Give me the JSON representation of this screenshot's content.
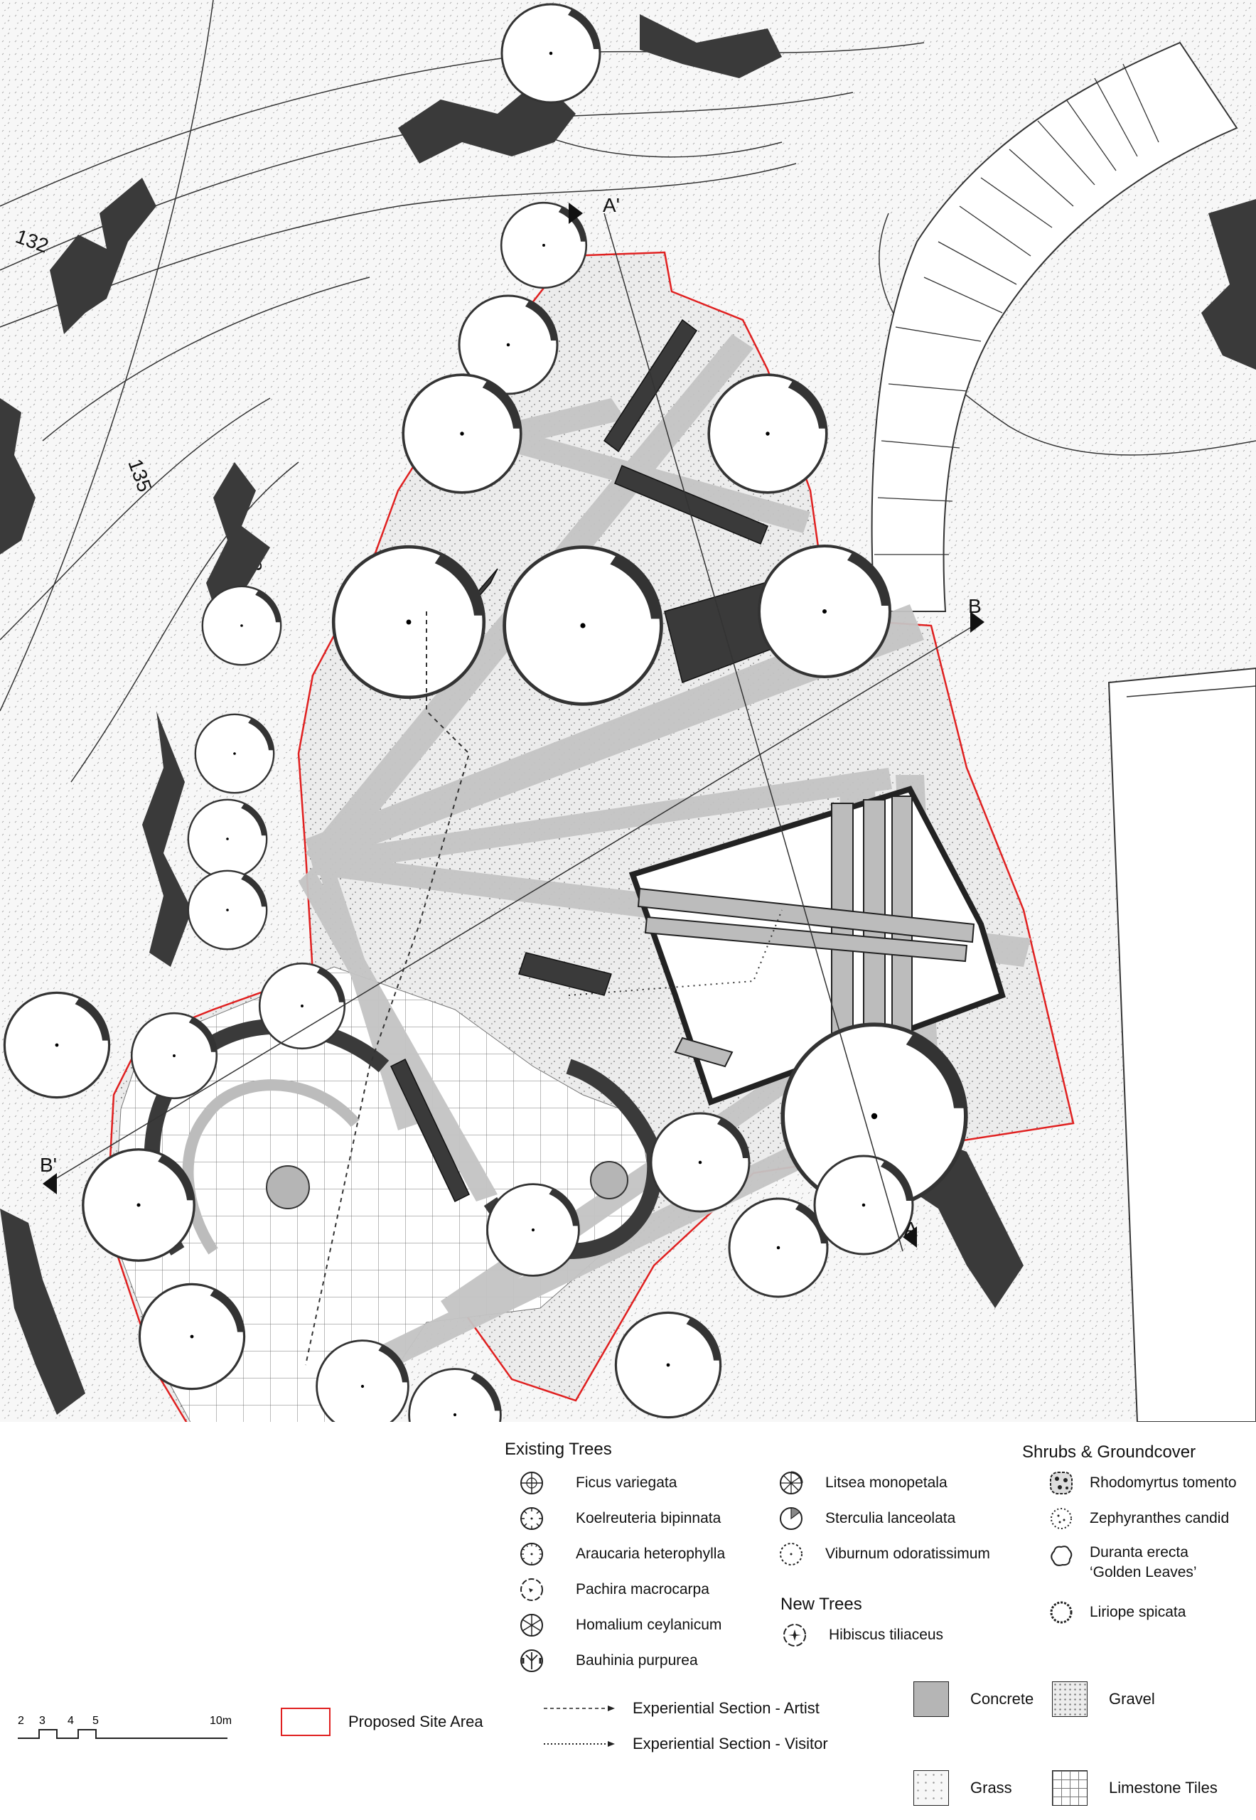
{
  "map": {
    "contours": [
      "132",
      "135",
      "138"
    ],
    "sections": {
      "a_top": "A'",
      "a_bottom": "A",
      "b_right": "B",
      "b_left": "B'"
    }
  },
  "legend": {
    "existing_trees": {
      "title": "Existing Trees",
      "items": [
        {
          "label": "Ficus variegata",
          "icon": "ficus-symbol"
        },
        {
          "label": "Koelreuteria bipinnata",
          "icon": "koelreuteria-symbol"
        },
        {
          "label": "Araucaria heterophylla",
          "icon": "araucaria-symbol"
        },
        {
          "label": "Pachira macrocarpa",
          "icon": "pachira-symbol"
        },
        {
          "label": "Homalium ceylanicum",
          "icon": "homalium-symbol"
        },
        {
          "label": "Bauhinia purpurea",
          "icon": "bauhinia-symbol"
        }
      ],
      "items_col2": [
        {
          "label": "Litsea monopetala",
          "icon": "litsea-symbol"
        },
        {
          "label": "Sterculia lanceolata",
          "icon": "sterculia-symbol"
        },
        {
          "label": "Viburnum odoratissimum",
          "icon": "viburnum-symbol"
        }
      ]
    },
    "new_trees": {
      "title": "New Trees",
      "items": [
        {
          "label": "Hibiscus tiliaceus",
          "icon": "hibiscus-symbol"
        }
      ]
    },
    "shrubs": {
      "title": "Shrubs & Groundcover",
      "items": [
        {
          "label": "Rhodomyrtus tomento",
          "icon": "rhodomyrtus-symbol"
        },
        {
          "label": "Zephyranthes candid",
          "icon": "zephyranthes-symbol"
        },
        {
          "label": "Duranta erecta",
          "label2": "‘Golden Leaves’",
          "icon": "duranta-symbol"
        },
        {
          "label": "Liriope spicata",
          "icon": "liriope-symbol"
        }
      ]
    }
  },
  "scale_bar": {
    "ticks": [
      "2",
      "3",
      "4",
      "5"
    ],
    "end": "10m"
  },
  "site_area": {
    "label": "Proposed Site Area",
    "color": "#e02020"
  },
  "sections_legend": {
    "artist": "Experiential Section - Artist",
    "visitor": "Experiential Section - Visitor"
  },
  "materials": {
    "concrete": "Concrete",
    "gravel": "Gravel",
    "grass": "Grass",
    "limestone": "Limestone Tiles"
  },
  "colors": {
    "concrete": "#b5b5b5",
    "dark": "#3a3a3a",
    "site_line": "#e02020"
  }
}
